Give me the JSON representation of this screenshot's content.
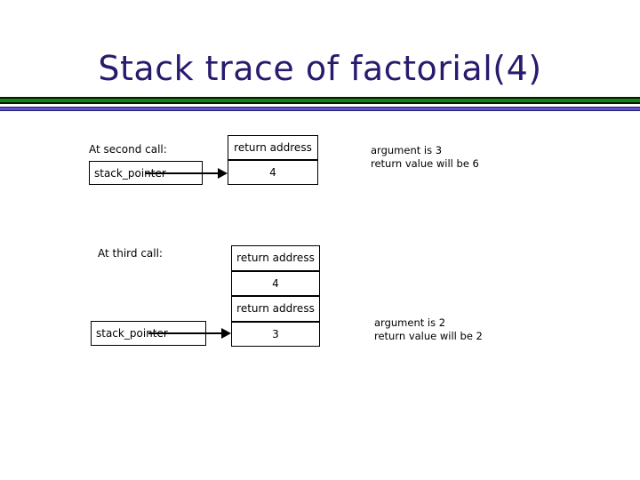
{
  "slide": {
    "title": "Stack trace of factorial(4)",
    "title_color": "#2a1a6e",
    "rule_green_color": "#0a8a0a",
    "rule_purple_color": "#5a52c8"
  },
  "diagrams": [
    {
      "caption": "At second call:",
      "pointer_label": "stack_pointer",
      "cells": [
        "return address",
        "4"
      ],
      "note_line1": "argument is 3",
      "note_line2": "return value will be 6"
    },
    {
      "caption": "At third call:",
      "pointer_label": "stack_pointer",
      "cells": [
        "return address",
        "4",
        "return address",
        "3"
      ],
      "note_line1": "argument is 2",
      "note_line2": "return value will be 2"
    }
  ]
}
